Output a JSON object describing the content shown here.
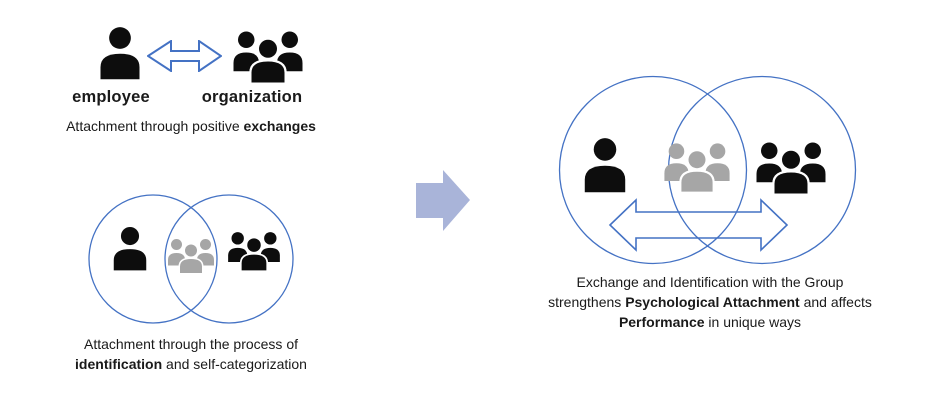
{
  "colors": {
    "accent_blue": "#4472c4",
    "transition_arrow_fill": "#a9b4d9",
    "gray_icon": "#a6a6a6",
    "black_icon": "#0d0d0d",
    "text": "#1a1a1a"
  },
  "exchange_panel": {
    "employee_label": "employee",
    "organization_label": "organization",
    "caption_lines": [
      [
        {
          "text": "Attachment through positive ",
          "bold": false
        },
        {
          "text": "exchanges",
          "bold": true
        }
      ]
    ]
  },
  "identification_panel": {
    "caption_lines": [
      [
        {
          "text": "Attachment through the process of",
          "bold": false
        }
      ],
      [
        {
          "text": "identification",
          "bold": true
        },
        {
          "text": " and self-categorization",
          "bold": false
        }
      ]
    ]
  },
  "outcome_panel": {
    "caption_lines": [
      [
        {
          "text": "Exchange and Identification with the Group",
          "bold": false
        }
      ],
      [
        {
          "text": "strengthens ",
          "bold": false
        },
        {
          "text": "Psychological Attachment",
          "bold": true
        },
        {
          "text": " and affects",
          "bold": false
        }
      ],
      [
        {
          "text": "Performance",
          "bold": true
        },
        {
          "text": " in unique ways",
          "bold": false
        }
      ]
    ]
  },
  "icons": {
    "employee": "person-icon",
    "organization": "people-group-icon",
    "exchange": "double-headed-arrow-icon",
    "transition": "block-arrow-right-icon",
    "overlap_member": "people-group-icon-gray"
  }
}
